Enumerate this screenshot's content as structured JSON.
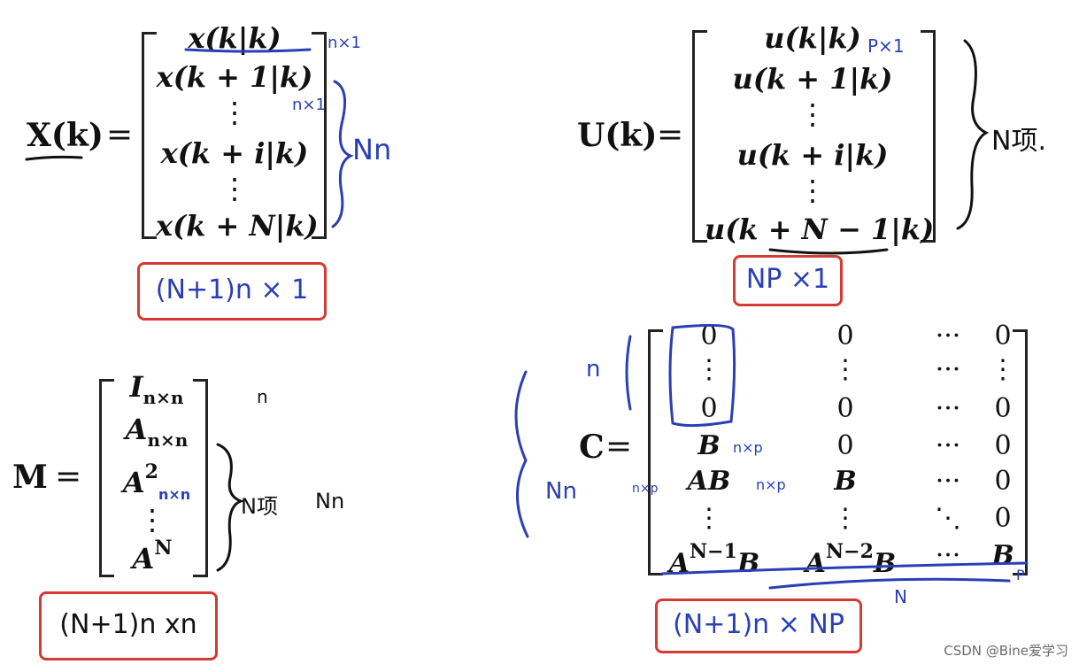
{
  "X_block": {
    "lhs": "X(k)",
    "eq": "=",
    "rows": [
      "x(k|k)",
      "x(k + 1|k)",
      "⋮",
      "x(k + i|k)",
      "⋮",
      "x(k + N|k)"
    ],
    "annot_top": "n×1",
    "annot_mid": "n×1",
    "annot_brace": "Nn",
    "dim_label": "(N+1)n × 1"
  },
  "U_block": {
    "lhs": "U(k)",
    "eq": "=",
    "rows": [
      "u(k|k)",
      "u(k + 1|k)",
      "⋮",
      "u(k + i|k)",
      "⋮",
      "u(k + N − 1|k)"
    ],
    "annot_top": "P×1",
    "annot_brace": "N项.",
    "dim_label": "NP ×1"
  },
  "M_block": {
    "lhs": "M",
    "eq": "=",
    "rows": [
      {
        "base": "I",
        "sub": "n×n"
      },
      {
        "base": "A",
        "sub": "n×n"
      },
      {
        "base": "A",
        "sup": "2",
        "sub": "n×n"
      },
      {
        "base": "⋮"
      },
      {
        "base": "A",
        "sup": "N"
      }
    ],
    "annot_n": "n",
    "annot_brace": "N项",
    "annot_brace2": "Nn",
    "dim_label": "(N+1)n  xn"
  },
  "C_block": {
    "lhs": "C",
    "eq": "=",
    "matrix": [
      [
        "0",
        "0",
        "···",
        "0"
      ],
      [
        "⋮",
        "⋮",
        "···",
        "⋮"
      ],
      [
        "0",
        "0",
        "···",
        "0"
      ],
      [
        "B",
        "0",
        "···",
        "0"
      ],
      [
        "AB",
        "B",
        "···",
        "0"
      ],
      [
        "⋮",
        "⋮",
        "⋱",
        "0"
      ],
      [
        "A^{N−1}B",
        "A^{N−2}B",
        "···",
        "B"
      ]
    ],
    "annot_n": "n",
    "annot_Nn": "Nn",
    "annot_nxp_1": "n×p",
    "annot_nxp_2": "n×p",
    "annot_nxp_3": "n×p",
    "annot_P": "P",
    "annot_N": "N",
    "dim_label": "(N+1)n  × NP"
  },
  "watermark": "CSDN @Bine爱学习"
}
